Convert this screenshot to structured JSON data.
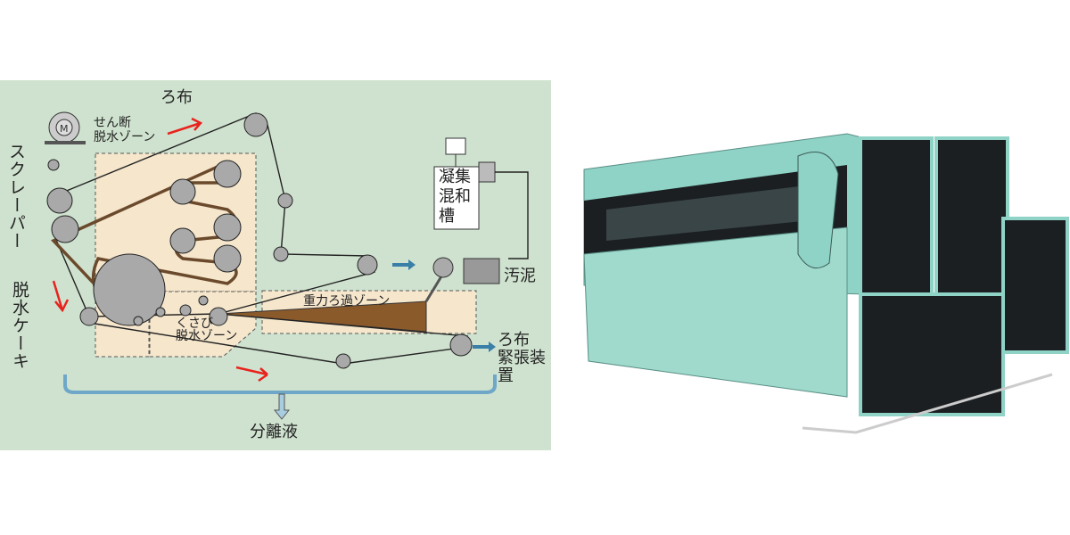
{
  "diagram": {
    "labels": {
      "filter_cloth_top": "ろ布",
      "shear_zone": "せん断\n脱水ゾーン",
      "scraper": "スクレーパー",
      "dewatered_cake": "脱水ケーキ",
      "motor": "M",
      "flocculation_tank": "凝集\n混和\n槽",
      "sludge": "汚泥",
      "gravity_zone": "重力ろ過ゾーン",
      "wedge_zone": "くさび\n脱水ゾーン",
      "tensioner": "ろ布\n緊張装置",
      "filtrate": "分離液"
    },
    "colors": {
      "background": "#cfe2cf",
      "zone_fill": "#f5e6cc",
      "roller": "#a9a9a9",
      "belt": "#6b4a2c",
      "sludge_wedge": "#8b5a2b",
      "arrow_red": "#e8231d",
      "arrow_blue": "#3a7fa8",
      "trough": "#a8cde0"
    }
  },
  "photo": {
    "colors": {
      "body": "#8fd3c6",
      "dark": "#1b1f22"
    }
  }
}
